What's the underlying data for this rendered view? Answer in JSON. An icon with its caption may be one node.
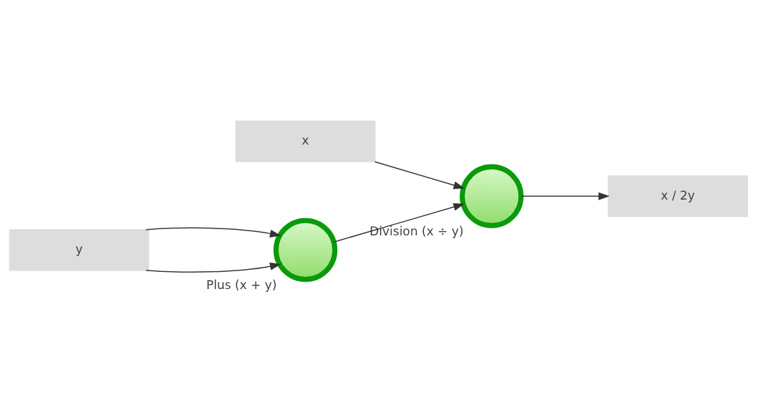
{
  "diagram": {
    "nodes": [
      {
        "text": [
          "x"
        ]
      },
      {
        "text": [
          "y"
        ]
      },
      {
        "text": [],
        "shape": "circle",
        "beside": [
          "Plus (x + y)"
        ]
      },
      {
        "text": [],
        "shape": "circle",
        "beside": [
          "Division (x ÷ y)"
        ]
      },
      {
        "text": [
          "x / 2y"
        ]
      }
    ],
    "edges": [
      {
        "from": 1,
        "to": 2,
        "arrow": "to"
      },
      {
        "from": 1,
        "to": 2,
        "arrow": "to"
      },
      {
        "from": 0,
        "to": 3,
        "arrow": "to"
      },
      {
        "from": 2,
        "to": 3,
        "arrow": "to"
      },
      {
        "from": 3,
        "to": 4,
        "arrow": "to"
      }
    ]
  }
}
